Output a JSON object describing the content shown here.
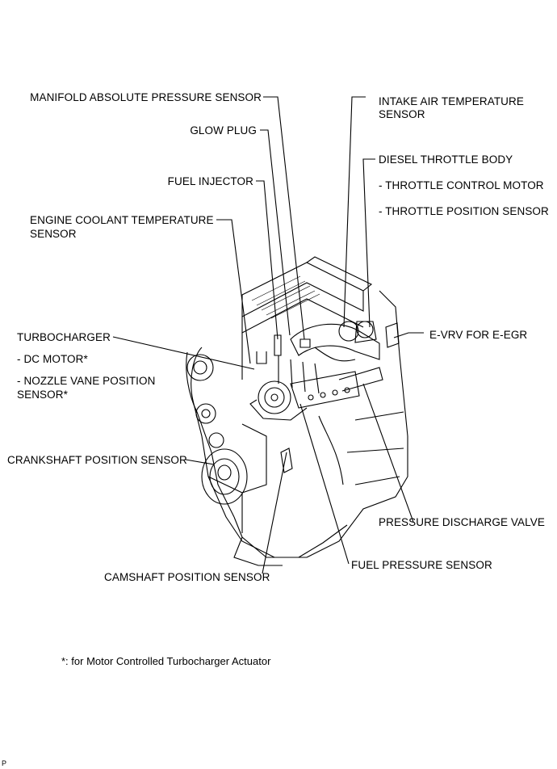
{
  "labels": {
    "map_sensor": "MANIFOLD ABSOLUTE PRESSURE SENSOR",
    "glow_plug": "GLOW PLUG",
    "fuel_injector": "FUEL INJECTOR",
    "ect_sensor_1": "ENGINE COOLANT TEMPERATURE",
    "ect_sensor_2": "SENSOR",
    "iat_sensor_1": "INTAKE AIR TEMPERATURE",
    "iat_sensor_2": "SENSOR",
    "throttle_body": "DIESEL THROTTLE BODY",
    "throttle_motor": "- THROTTLE CONTROL MOTOR",
    "throttle_position": "- THROTTLE POSITION SENSOR",
    "evrv": "E-VRV FOR E-EGR",
    "turbocharger": "TURBOCHARGER",
    "dc_motor": "- DC MOTOR*",
    "nozzle_vane_1": "- NOZZLE VANE POSITION",
    "nozzle_vane_2": "SENSOR*",
    "crankshaft_sensor": "CRANKSHAFT POSITION SENSOR",
    "pressure_discharge": "PRESSURE DISCHARGE VALVE",
    "fuel_pressure": "FUEL PRESSURE SENSOR",
    "camshaft_sensor": "CAMSHAFT POSITION SENSOR"
  },
  "footnote": "*: for Motor Controlled Turbocharger Actuator",
  "corner_code": "P"
}
